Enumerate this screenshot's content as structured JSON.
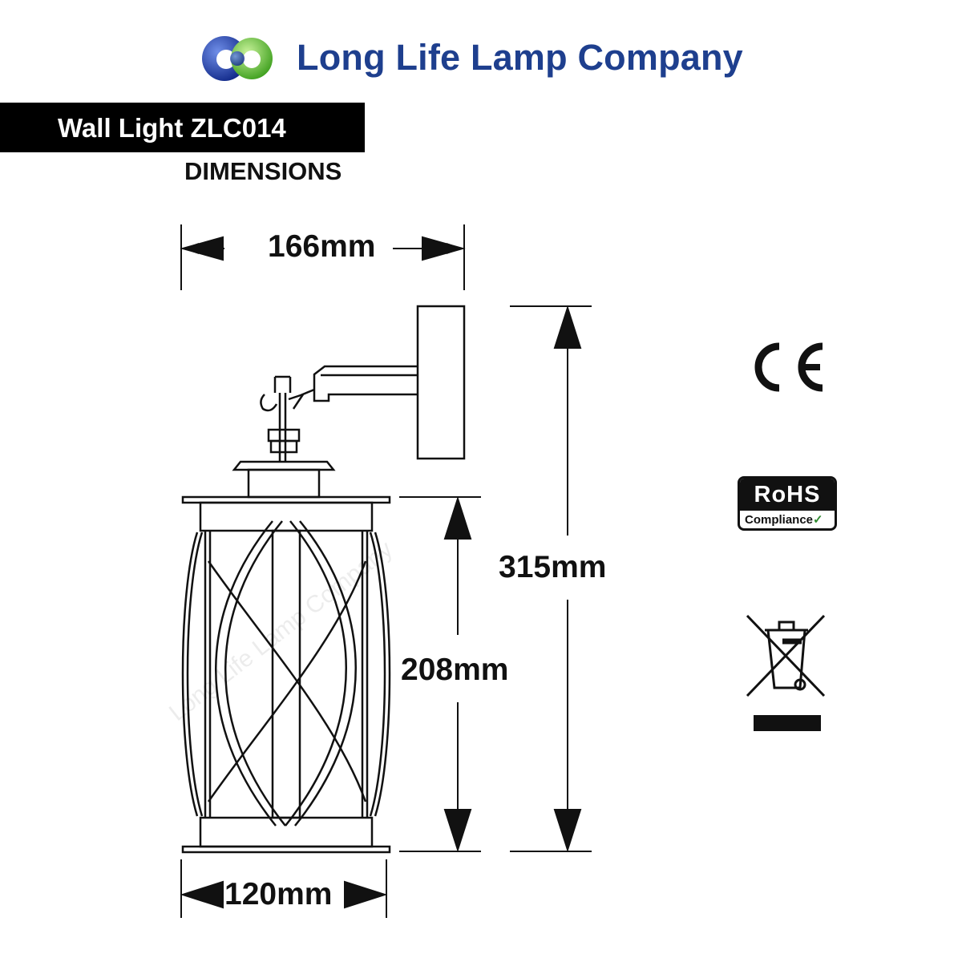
{
  "header": {
    "company_name": "Long Life Lamp Company",
    "logo_icon": "three-circles-logo-icon",
    "brand_color": "#1e3f8e"
  },
  "product": {
    "title": "Wall Light ZLC014",
    "subtitle": "DIMENSIONS"
  },
  "dimensions": {
    "total_width": "166mm",
    "total_height": "315mm",
    "body_height": "208mm",
    "base_width": "120mm"
  },
  "certifications": {
    "ce_mark": "CE",
    "rohs_title": "RoHS",
    "rohs_subtitle": "Compliance",
    "weee_icon": "crossed-bin-icon"
  },
  "watermark": "Long Life Lamp Company"
}
